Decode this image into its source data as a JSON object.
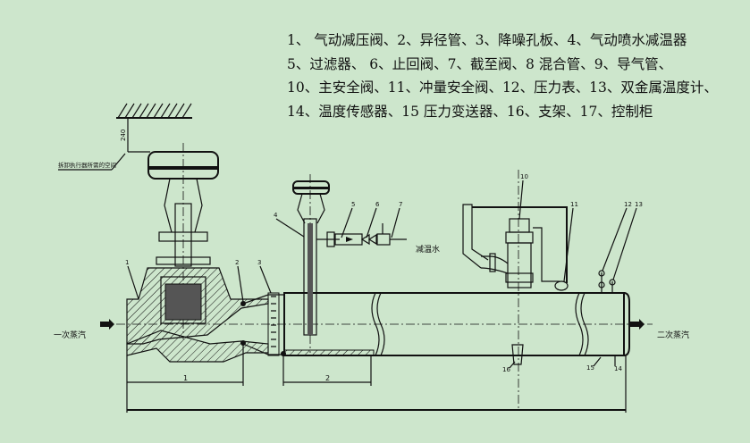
{
  "legend": {
    "lines": [
      "1、 气动减压阀、2、异径管、3、降噪孔板、4、气动喷水减温器",
      "5、过滤器、 6、止回阀、7、截至阀、8 混合管、9、导气管、",
      "10、主安全阀、11、冲量安全阀、12、压力表、13、双金属温度计、",
      "14、温度传感器、15 压力变送器、16、支架、17、控制柜"
    ]
  },
  "diagram": {
    "clearance_note": "拆卸执行器所需的空间",
    "clearance_dimension": "240",
    "inlet_label": "一次蒸汽",
    "outlet_label": "二次蒸汽",
    "water_label": "减温水",
    "dimension_1": "1",
    "dimension_2": "2",
    "callouts": [
      "1",
      "2",
      "3",
      "4",
      "5",
      "6",
      "7",
      "10",
      "11",
      "12",
      "13",
      "14",
      "15",
      "16"
    ]
  }
}
